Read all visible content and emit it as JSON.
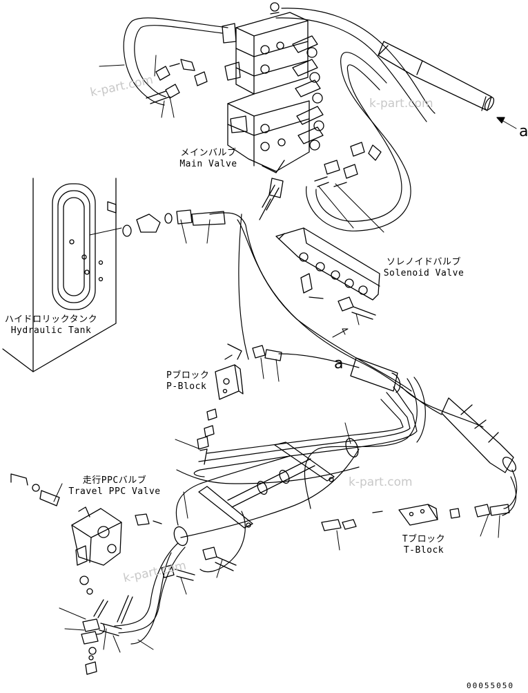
{
  "labels": {
    "main_valve_jp": "メインバルブ",
    "main_valve_en": "Main Valve",
    "solenoid_valve_jp": "ソレノイドバルブ",
    "solenoid_valve_en": "Solenoid Valve",
    "hydraulic_tank_jp": "ハイドロリックタンク",
    "hydraulic_tank_en": "Hydraulic Tank",
    "p_block_jp": "Pブロック",
    "p_block_en": "P-Block",
    "travel_ppc_valve_jp": "走行PPCバルブ",
    "travel_ppc_valve_en": "Travel PPC Valve",
    "t_block_jp": "Tブロック",
    "t_block_en": "T-Block"
  },
  "callouts": {
    "upper": "a",
    "lower": "a"
  },
  "watermarks": [
    "k-part.com",
    "k-part.com",
    "k-part.com",
    "k-part.com"
  ],
  "document_number": "00055050"
}
